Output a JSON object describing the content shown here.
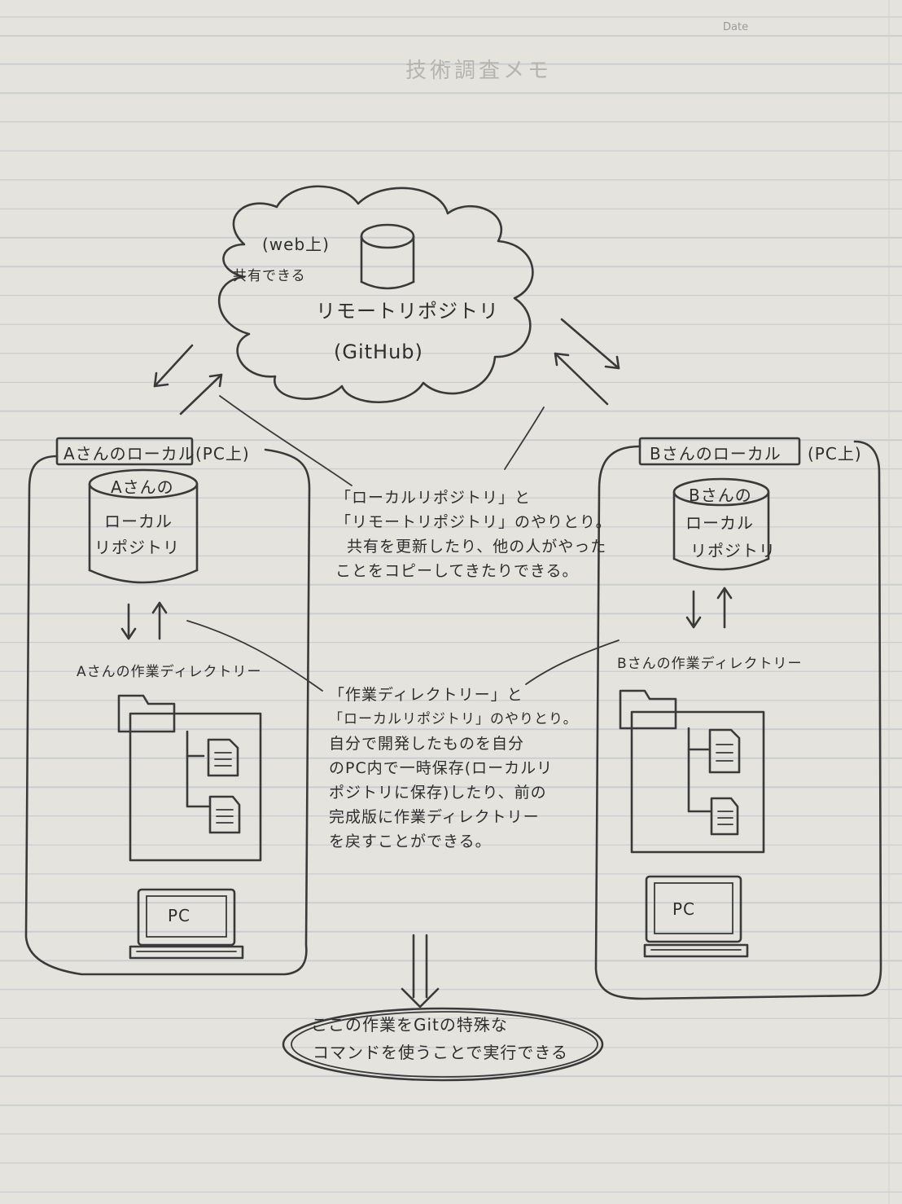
{
  "header": {
    "date_label": "Date"
  },
  "faint_title": "技術調査メモ",
  "cloud": {
    "location": "(web上)",
    "shared_note": "共有できる",
    "label_line1": "リモートリポジトリ",
    "label_line2": "(GitHub)"
  },
  "local_a": {
    "title": "Aさんのローカル",
    "pc_note": "(PC上)",
    "repo_lines": [
      "Aさんの",
      "ローカル",
      "リポジトリ"
    ],
    "workdir_label": "Aさんの作業ディレクトリー",
    "pc_label": "PC"
  },
  "local_b": {
    "title": "Bさんのローカル",
    "pc_note": "(PC上)",
    "repo_lines": [
      "Bさんの",
      "ローカル",
      "リポジトリ"
    ],
    "workdir_label": "Bさんの作業ディレクトリー",
    "pc_label": "PC"
  },
  "note_remote": [
    "「ローカルリポジトリ」と",
    "「リモートリポジトリ」のやりとり。",
    "共有を更新したり、他の人がやった",
    "ことをコピーしてきたりできる。"
  ],
  "note_workdir": [
    "「作業ディレクトリー」と",
    "「ローカルリポジトリ」のやりとり。",
    "自分で開発したものを自分",
    "のPC内で一時保存(ローカルリ",
    "ポジトリに保存)したり、前の",
    "完成版に作業ディレクトリー",
    "を戻すことができる。"
  ],
  "conclusion": {
    "line1": "ここの作業をGitの特殊な",
    "line2": "コマンドを使うことで実行できる"
  }
}
